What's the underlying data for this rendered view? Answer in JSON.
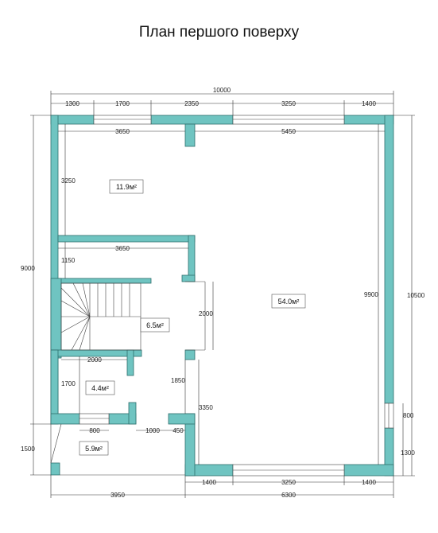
{
  "title": "План першого поверху",
  "dimensions": {
    "top_total": "10000",
    "top_1": "1300",
    "top_2": "1700",
    "top_3": "2350",
    "top_4": "3250",
    "top_5": "1400",
    "inner_top_left": "3650",
    "inner_top_right": "5450",
    "inner_mid_left": "3650",
    "left_upper": "3250",
    "left_mid": "1150",
    "left_total": "9000",
    "right_total": "10500",
    "right_inner": "9900",
    "corridor": "2000",
    "stair_bottom": "2000",
    "lower_left": "1700",
    "lower_mid": "1850",
    "inner_lower_right": "3350",
    "bottom_window": "800",
    "bottom_1000": "1000",
    "bottom_450": "450",
    "left_porch": "1500",
    "right_lower": "1300",
    "right_window": "800",
    "bottom_1": "1400",
    "bottom_2": "3250",
    "bottom_3": "1400",
    "bottom_left_total": "3950",
    "bottom_right_total": "6300"
  },
  "rooms": {
    "room1": "11.9м²",
    "room2": "54.0м²",
    "room3": "6.5м²",
    "room4": "4.4м²",
    "room5": "5.9м²"
  }
}
